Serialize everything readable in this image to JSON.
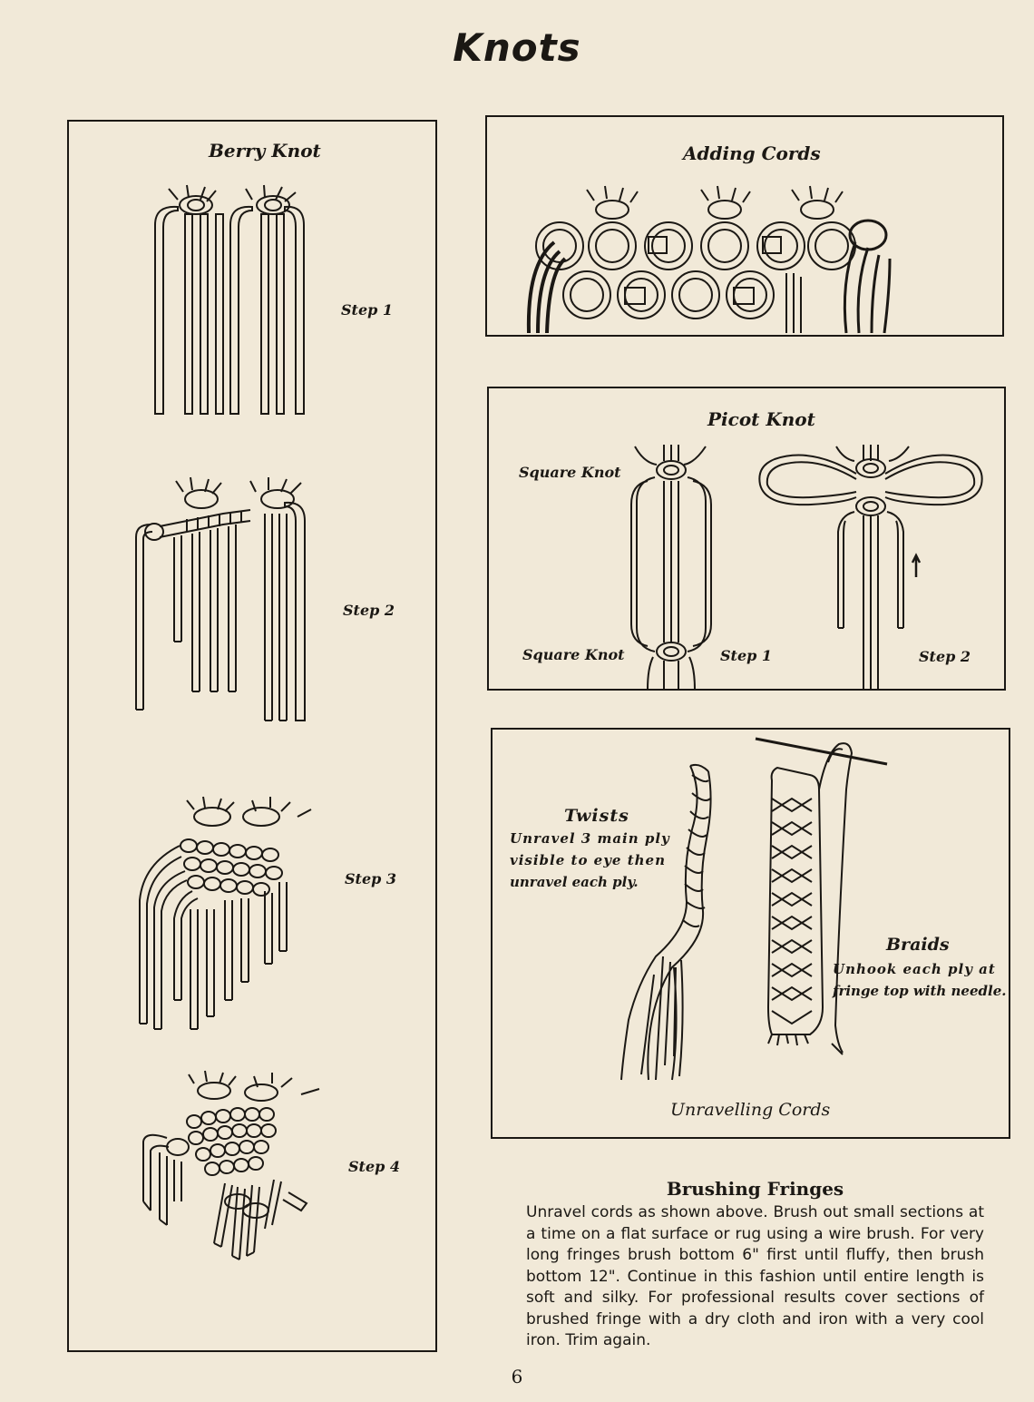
{
  "page": {
    "title": "Knots",
    "page_number": "6"
  },
  "berry_knot": {
    "title": "Berry Knot",
    "steps": [
      "Step 1",
      "Step 2",
      "Step 3",
      "Step 4"
    ]
  },
  "adding_cords": {
    "title": "Adding Cords"
  },
  "picot_knot": {
    "title": "Picot Knot",
    "label_top": "Square Knot",
    "label_bottom": "Square Knot",
    "step1": "Step 1",
    "step2": "Step 2"
  },
  "unravelling": {
    "caption": "Unravelling Cords",
    "twists_title": "Twists",
    "twists_text": [
      "Unravel 3 main ply",
      "visible to eye then",
      "unravel each ply."
    ],
    "braids_title": "Braids",
    "braids_text": [
      "Unhook each ply at",
      "fringe top with needle."
    ]
  },
  "brushing": {
    "title": "Brushing Fringes",
    "body": "Unravel cords as shown above. Brush out small sections at a time on a flat surface or rug using a wire brush. For very long fringes brush bottom 6\" first until fluffy, then brush bottom 12\". Continue in this fashion until entire length is soft and silky. For professional results cover sections of brushed fringe with a dry cloth and iron with a very cool iron. Trim again."
  }
}
